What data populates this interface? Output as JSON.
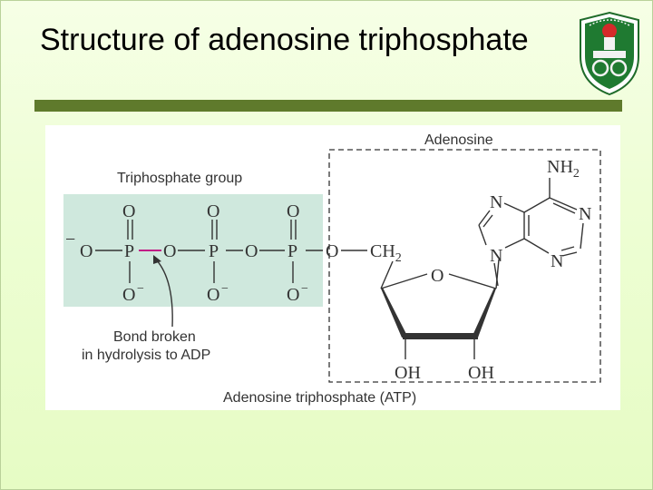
{
  "slide": {
    "title": "Structure of adenosine triphosphate"
  },
  "logo": {
    "name": "university-seal"
  },
  "diagram": {
    "adenosine_label": "Adenosine",
    "triphosphate_label": "Triphosphate group",
    "bond_label_line1": "Bond broken",
    "bond_label_line2": "in hydrolysis to ADP",
    "caption": "Adenosine triphosphate (ATP)",
    "atoms": {
      "o_top": "O",
      "o_minus_left": "O",
      "minus": "−",
      "p": "P",
      "o_bridge": "O",
      "o_minus_bottom": "O",
      "ch2": "CH",
      "sub_2": "2",
      "nh2": "NH",
      "n": "N",
      "ring_o": "O",
      "oh": "OH"
    },
    "colors": {
      "phosphate_box": "#cfe8dd",
      "bond_highlight": "#c0007a"
    }
  }
}
